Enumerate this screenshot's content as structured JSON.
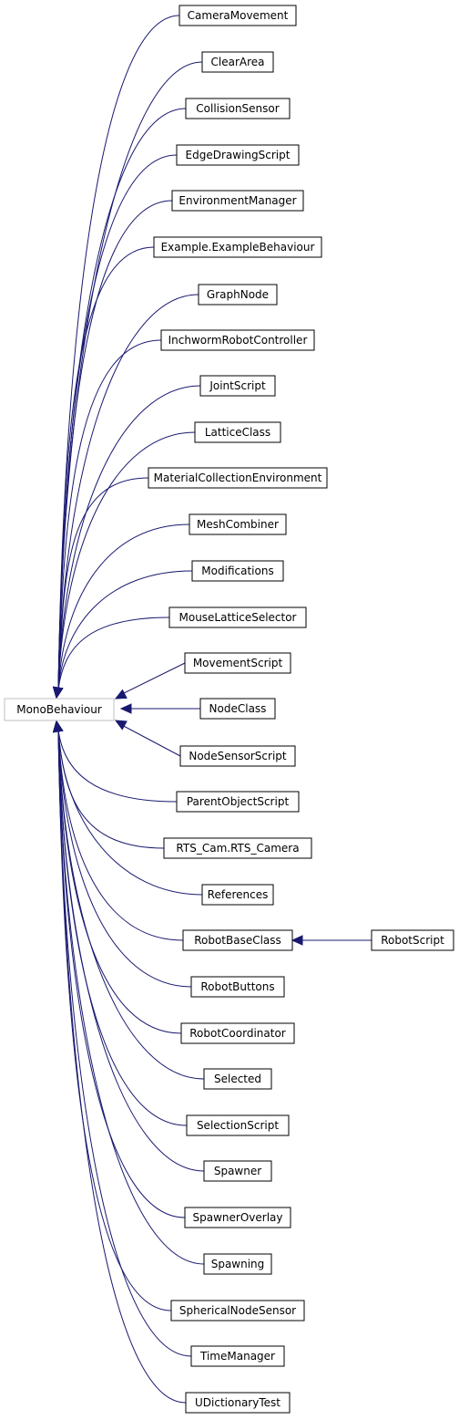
{
  "diagram": {
    "base_class": "MonoBehaviour",
    "derived_classes": [
      "CameraMovement",
      "ClearArea",
      "CollisionSensor",
      "EdgeDrawingScript",
      "EnvironmentManager",
      "Example.ExampleBehaviour",
      "GraphNode",
      "InchwormRobotController",
      "JointScript",
      "LatticeClass",
      "MaterialCollectionEnvironment",
      "MeshCombiner",
      "Modifications",
      "MouseLatticeSelector",
      "MovementScript",
      "NodeClass",
      "NodeSensorScript",
      "ParentObjectScript",
      "RTS_Cam.RTS_Camera",
      "References",
      "RobotBaseClass",
      "RobotButtons",
      "RobotCoordinator",
      "Selected",
      "SelectionScript",
      "Spawner",
      "SpawnerOverlay",
      "Spawning",
      "SphericalNodeSensor",
      "TimeManager",
      "UDictionaryTest"
    ],
    "second_level": [
      {
        "parent": "RobotBaseClass",
        "child": "RobotScript"
      }
    ],
    "colors": {
      "edge": "#191970",
      "box_border": "#000000",
      "base_border": "#bfbfbf"
    }
  }
}
